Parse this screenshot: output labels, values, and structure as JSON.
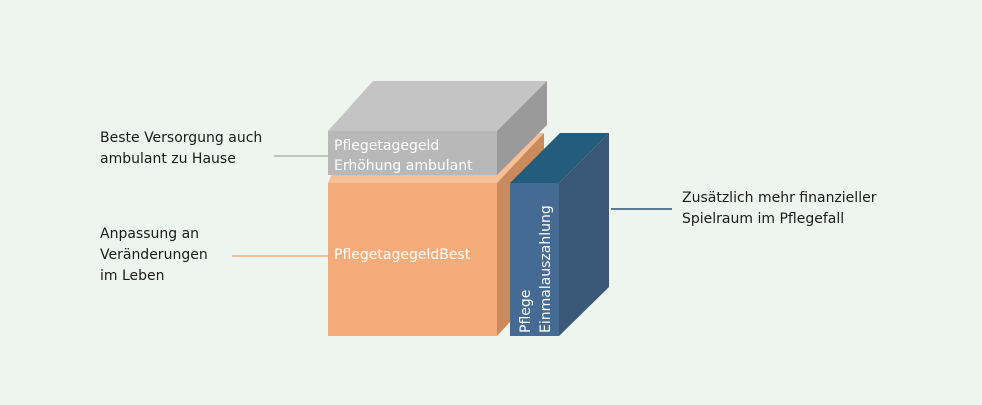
{
  "colors": {
    "background": "#eef5ee",
    "grey_front": "#b8b8b8",
    "grey_top": "#c4c4c4",
    "grey_side": "#9a9a9a",
    "orange_front": "#f4ad7a",
    "orange_side": "#c98a5c",
    "orange_top": "#f7bf95",
    "blue_front": "#456b95",
    "blue_side": "#3a5878",
    "blue_top": "#245c7d",
    "connector_grey": "#b0b0b0",
    "connector_orange": "#f4ad7a",
    "connector_blue": "#2e5073"
  },
  "blocks": {
    "grey": {
      "line1": "Pflegetagegeld",
      "line2": "Erhöhung ambulant"
    },
    "orange": {
      "label": "PflegetagegeldBest"
    },
    "blue": {
      "line1": "Pflege",
      "line2": "Einmalauszahlung"
    }
  },
  "annotations": {
    "left_top": {
      "line1": "Beste Versorgung auch",
      "line2": "ambulant zu Hause"
    },
    "left_bottom": {
      "line1": "Anpassung an",
      "line2": "Veränderungen",
      "line3": "im Leben"
    },
    "right": {
      "line1": "Zusätzlich mehr finanzieller",
      "line2": "Spielraum im Pflegefall"
    }
  }
}
